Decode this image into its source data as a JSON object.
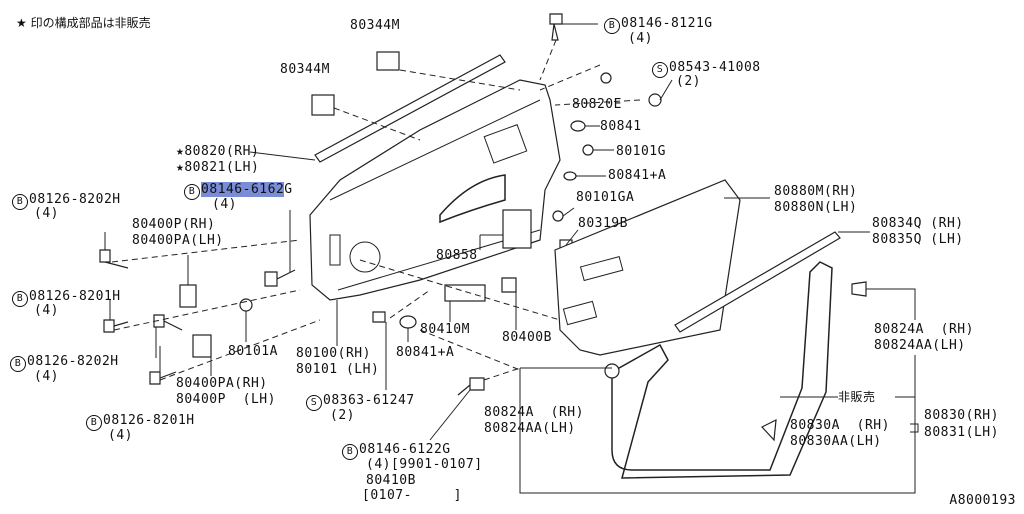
{
  "note": "★ 印の構成部品は非販売",
  "diagram_code": "A8000193",
  "labels": {
    "p80344M_top": "80344M",
    "p80344M_left": "80344M",
    "b08146_8121G": "08146-8121G",
    "b08146_8121G_qty": "(4)",
    "s08543_41008": "08543-41008",
    "s08543_41008_qty": "(2)",
    "p80820E": "80820E",
    "p80841_a": "80841",
    "p80101G": "80101G",
    "p80841A_r": "80841+A",
    "p80101GA": "80101GA",
    "p80319B": "80319B",
    "p80820RH": "★80820(RH)",
    "p80821LH": "★80821(LH)",
    "b08146_6162G": "08146-6162",
    "b08146_6162G_suffix": "G",
    "b08146_6162G_qty": "(4)",
    "b08126_8202H_top": "08126-8202H",
    "b08126_8202H_top_qty": "(4)",
    "p80400P_RH": "80400P(RH)",
    "p80400PA_LH": "80400PA(LH)",
    "b08126_8201H_a": "08126-8201H",
    "b08126_8201H_a_qty": "(4)",
    "b08126_8202H_b": "08126-8202H",
    "b08126_8202H_b_qty": "(4)",
    "p80400PA_RH": "80400PA(RH)",
    "p80400P_LH": "80400P  (LH)",
    "b08126_8201H_b": "08126-8201H",
    "b08126_8201H_b_qty": "(4)",
    "p80101A": "80101A",
    "p80100RH": "80100(RH)",
    "p80101LH": "80101 (LH)",
    "p80841A_l": "80841+A",
    "p80858": "80858",
    "p80410M": "80410M",
    "p80400B": "80400B",
    "s08363_61247": "08363-61247",
    "s08363_61247_qty": "(2)",
    "b08146_6122G": "08146-6122G",
    "b08146_6122G_qty": "(4)[9901-0107]",
    "p80410B": "80410B",
    "p80410B_range": "[0107-     ]",
    "p80880M": "80880M(RH)",
    "p80880N": "80880N(LH)",
    "p80834Q": "80834Q (RH)",
    "p80835Q": "80835Q (LH)",
    "p80824A_r": "80824A  (RH)",
    "p80824AA_r": "80824AA(LH)",
    "hihanbai": "非販売",
    "p80824A_b": "80824A  (RH)",
    "p80824AA_b": "80824AA(LH)",
    "p80830A": "80830A  (RH)",
    "p80830AA": "80830AA(LH)",
    "p80830RH": "80830(RH)",
    "p80831LH": "80831(LH)"
  },
  "markers": {
    "B": "B",
    "S": "S"
  }
}
